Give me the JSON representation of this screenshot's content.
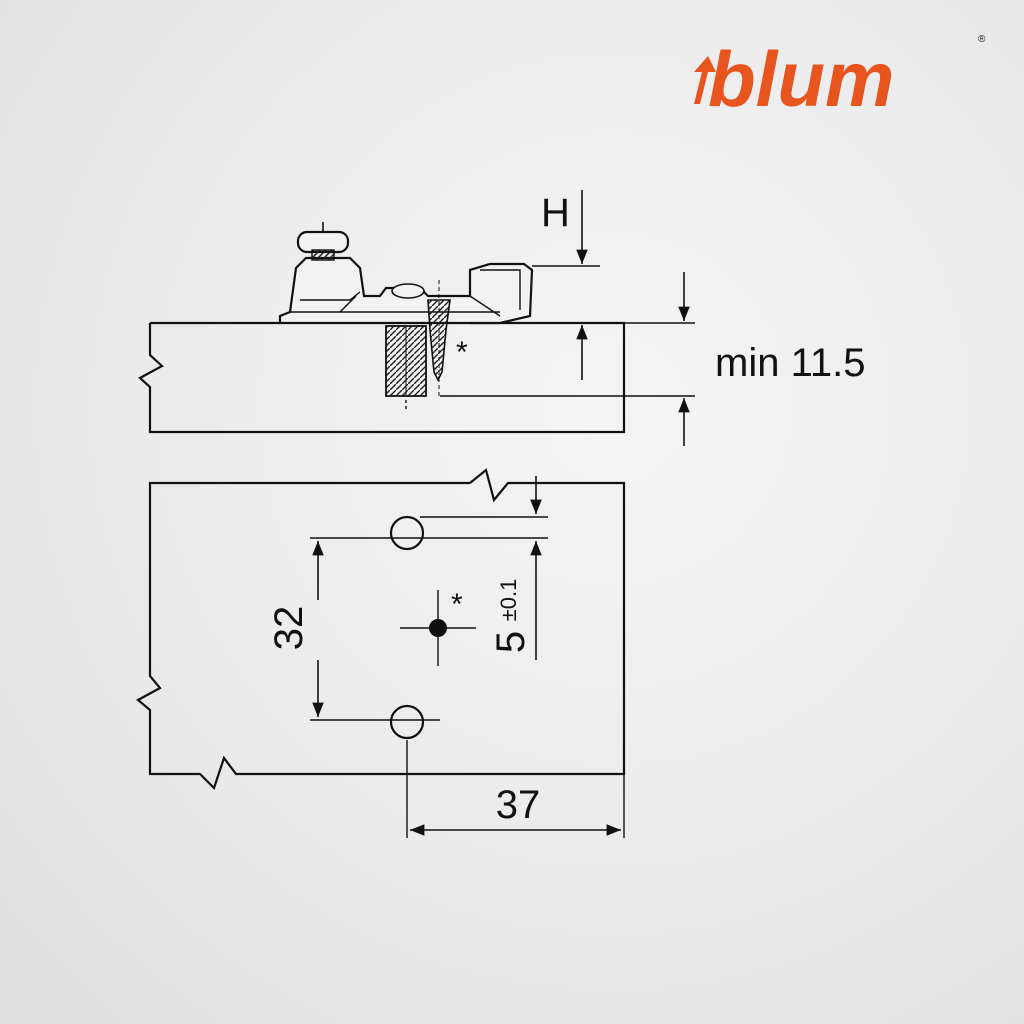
{
  "brand": {
    "name": "blum",
    "registered_mark": "®",
    "color": "#e8541e"
  },
  "diagram": {
    "side_view": {
      "height_label": "H",
      "thickness_label": "min 11.5",
      "asterisk": "*"
    },
    "top_view": {
      "hole_spacing": "32",
      "edge_offset": "5",
      "edge_offset_tolerance": "±0.1",
      "width": "37",
      "asterisk": "*"
    },
    "colors": {
      "line": "#111111",
      "background": "#ececec"
    }
  }
}
